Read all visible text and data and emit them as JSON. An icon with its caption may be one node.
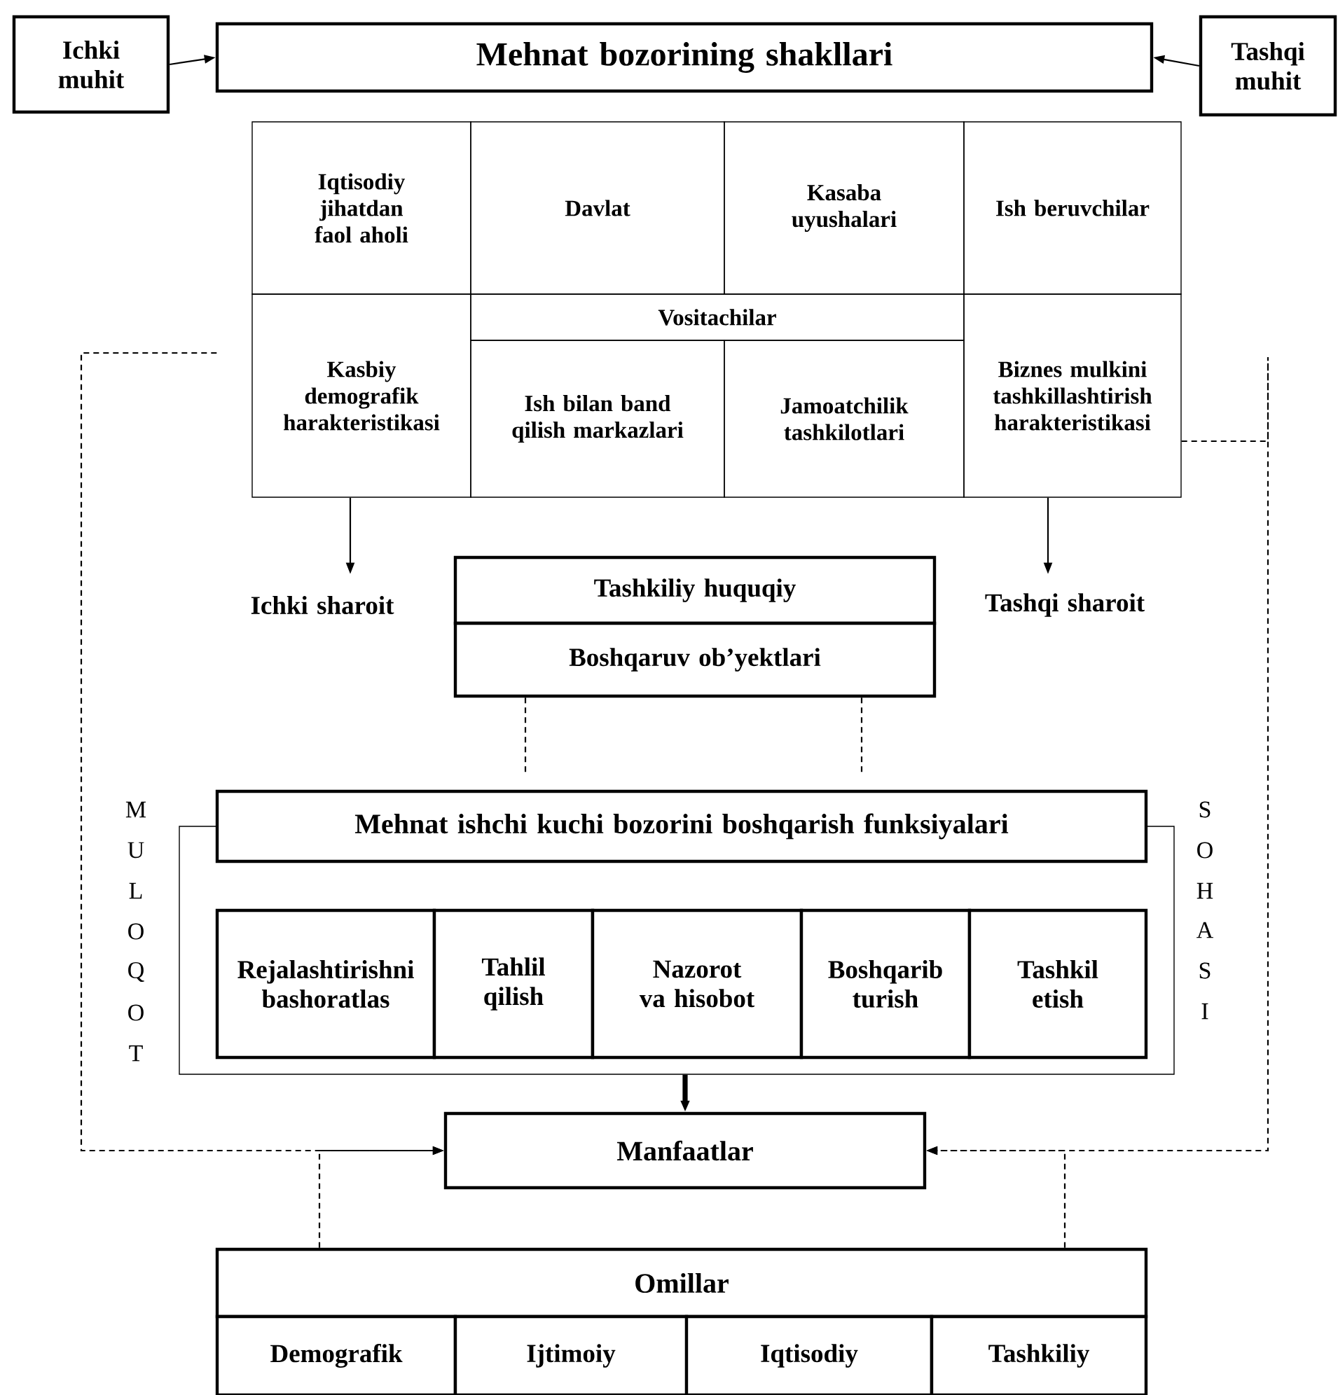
{
  "diagram": {
    "nodes": [
      {
        "text": [
          "Ichki muhit"
        ]
      },
      {
        "text": [
          "Mehnat bozorining shakllari"
        ]
      },
      {
        "text": [
          "Tashqi muhit"
        ]
      },
      {
        "text": [
          "Iqtisodiy jihatdan faol aholi"
        ]
      },
      {
        "text": [
          "Davlat"
        ]
      },
      {
        "text": [
          "Kasaba uyushalari"
        ]
      },
      {
        "text": [
          "Ish beruvchilar"
        ]
      },
      {
        "text": [
          "Kasbiy demografik harakteristikasi"
        ]
      },
      {
        "text": [
          "Vositachilar"
        ]
      },
      {
        "text": [
          "Ish bilan band qilish markazlari"
        ]
      },
      {
        "text": [
          "Jamoatchilik tashkilotlari"
        ]
      },
      {
        "text": [
          "Biznes mulkini tashkillashtirish harakteristikasi"
        ]
      },
      {
        "text": [
          "Ichki sharoit"
        ]
      },
      {
        "text": [
          "Tashqi sharoit"
        ]
      },
      {
        "text": [
          "Tashkiliy huquqiy"
        ]
      },
      {
        "text": [
          "Boshqaruv ob’yektlari"
        ]
      },
      {
        "text": [
          "Mehnat ishchi kuchi bozorini boshqarish funksiyalari"
        ]
      },
      {
        "text": [],
        "shape": "box"
      },
      {
        "text": [
          "Rejalashtirishni bashoratlas"
        ],
        "in": 17
      },
      {
        "text": [
          "Tahlil qilish"
        ],
        "in": 17
      },
      {
        "text": [
          "Nazorot va hisobot"
        ],
        "in": 17
      },
      {
        "text": [
          "Boshqarib turish"
        ],
        "in": 17
      },
      {
        "text": [
          "Tashkil etish"
        ],
        "in": 17
      },
      {
        "text": [
          "Manfaatlar"
        ]
      },
      {
        "text": [
          "Omillar"
        ]
      },
      {
        "text": [
          "Demografik"
        ]
      },
      {
        "text": [
          "Ijtimoiy"
        ]
      },
      {
        "text": [
          "Iqtisodiy"
        ]
      },
      {
        "text": [
          "Tashkiliy"
        ]
      }
    ],
    "edges": [
      {
        "from": 0,
        "to": 1,
        "arrow": "to"
      },
      {
        "from": 2,
        "to": 1,
        "arrow": "to"
      },
      {
        "from": 7,
        "to": 12,
        "arrow": "to"
      },
      {
        "from": 11,
        "to": 13,
        "arrow": "to"
      },
      {
        "from": 15,
        "to": 16,
        "arrow": "none",
        "style": "dashed"
      },
      {
        "from": 15,
        "to": 16,
        "arrow": "none",
        "style": "dashed"
      },
      {
        "from": 17,
        "to": 23,
        "arrow": "to",
        "style": "thick"
      },
      {
        "from": 7,
        "to": 23,
        "arrow": "to",
        "style": "dashed"
      },
      {
        "from": 11,
        "to": 23,
        "arrow": "to",
        "style": "dashed"
      },
      {
        "from": 24,
        "to": 23,
        "arrow": "to",
        "style": "dashed"
      },
      {
        "from": 24,
        "to": 23,
        "arrow": "to",
        "style": "dashed"
      }
    ],
    "labels": [
      "M",
      "U",
      "L",
      "O",
      "Q",
      "O",
      "T",
      "S",
      "O",
      "H",
      "A",
      "S",
      "I"
    ]
  }
}
